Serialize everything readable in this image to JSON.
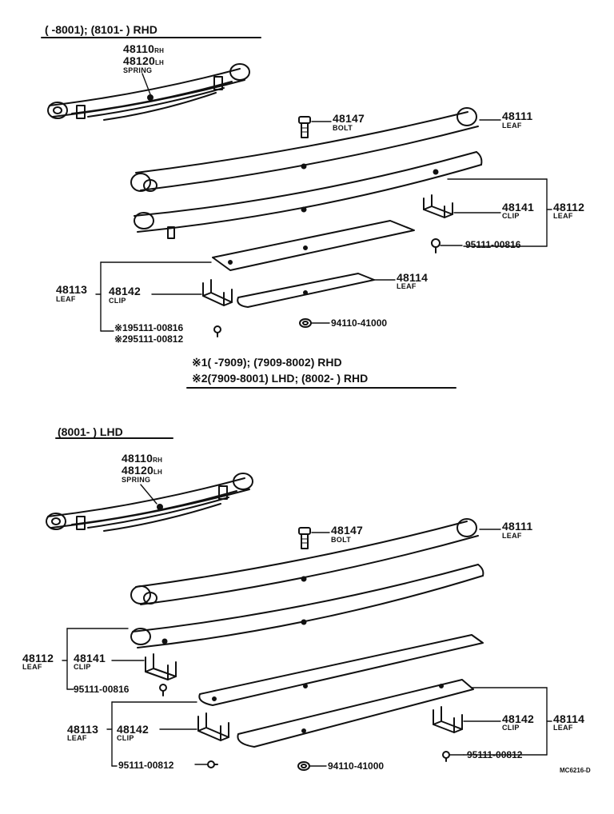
{
  "section_top": {
    "header": "(        -8001); (8101-          ) RHD",
    "spring_pn1": "48110",
    "spring_side1": "RH",
    "spring_pn2": "48120",
    "spring_side2": "LH",
    "spring_name": "SPRING",
    "bolt_pn": "48147",
    "bolt_name": "BOLT",
    "leaf1_pn": "48111",
    "leaf1_name": "LEAF",
    "clip_pn": "48141",
    "clip_name": "CLIP",
    "leaf2_pn": "48112",
    "leaf2_name": "LEAF",
    "screw1": "95111-00816",
    "leaf3_pn": "48113",
    "leaf3_name": "LEAF",
    "clip2_pn": "48142",
    "clip2_name": "CLIP",
    "leaf4_pn": "48114",
    "leaf4_name": "LEAF",
    "note_screw1": "※195111-00816",
    "note_screw2": "※295111-00812",
    "nut": "94110-41000",
    "note1": "※1(        -7909); (7909-8002) RHD",
    "note2": "※2(7909-8001) LHD; (8002-          ) RHD"
  },
  "section_bottom": {
    "header": "(8001-          ) LHD",
    "spring_pn1": "48110",
    "spring_side1": "RH",
    "spring_pn2": "48120",
    "spring_side2": "LH",
    "spring_name": "SPRING",
    "bolt_pn": "48147",
    "bolt_name": "BOLT",
    "leaf1_pn": "48111",
    "leaf1_name": "LEAF",
    "leaf2_pn": "48112",
    "leaf2_name": "LEAF",
    "clip_pn": "48141",
    "clip_name": "CLIP",
    "screw1": "95111-00816",
    "leaf3_pn": "48113",
    "leaf3_name": "LEAF",
    "clip2_pn": "48142",
    "clip2_name": "CLIP",
    "screw2": "95111-00812",
    "nut": "94110-41000",
    "clip3_pn": "48142",
    "clip3_name": "CLIP",
    "leaf4_pn": "48114",
    "leaf4_name": "LEAF",
    "screw3": "95111-00812"
  },
  "ref_code": "MC6216-D",
  "colors": {
    "ink": "#111111",
    "paper": "#ffffff"
  }
}
